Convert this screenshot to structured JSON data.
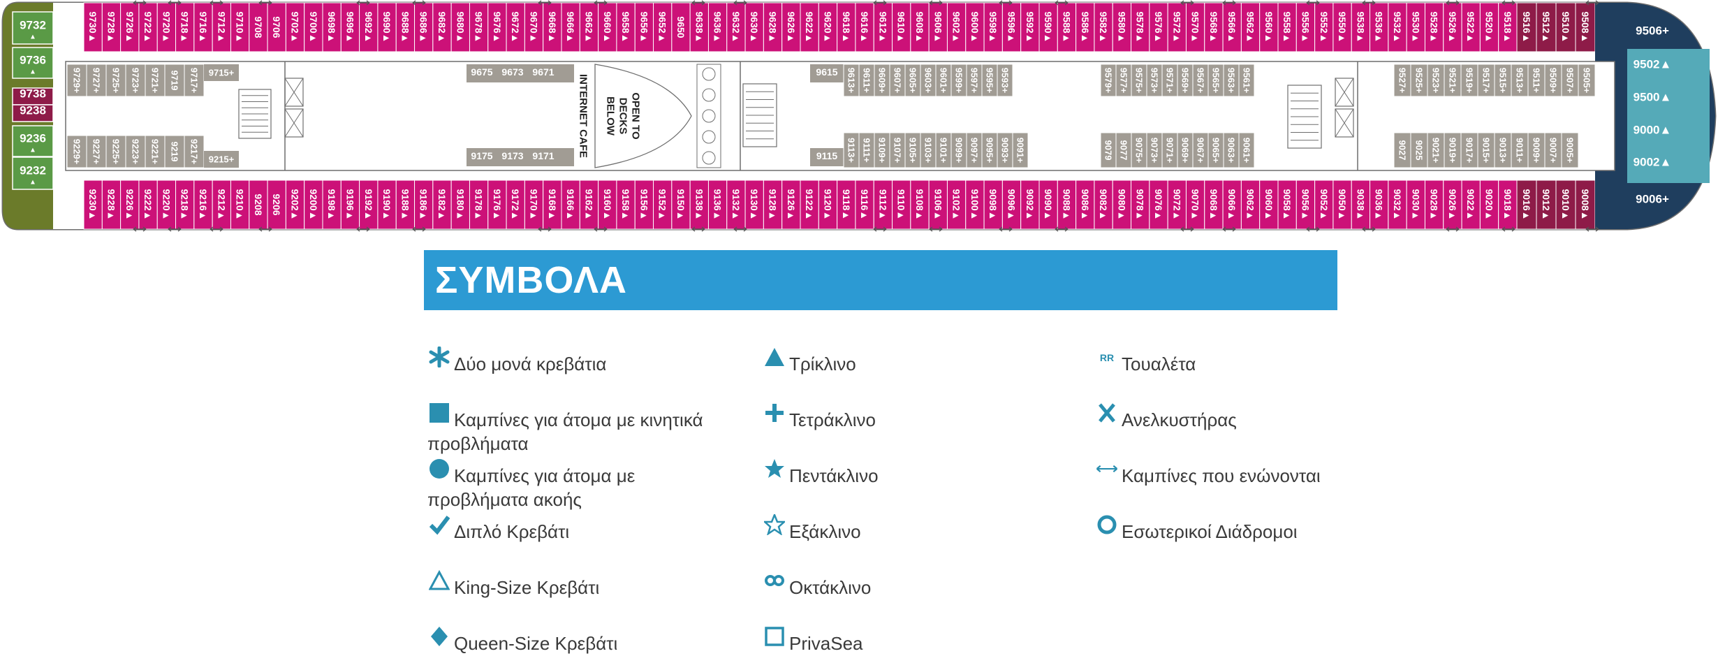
{
  "colors": {
    "cabin_inside": "#cc1178",
    "cabin_suite": "#8e1b48",
    "cabin_mini": "#5a9a46",
    "cabin_deck_green": "#6b7b2a",
    "cabin_public": "#a19c94",
    "bow_navy": "#1f3e5e",
    "bow_teal": "#55aab8",
    "legend_header": "#2c9ad3",
    "icon_color": "#2a8fb0",
    "outline": "#6d6d6d"
  },
  "deck": {
    "stern_cabins": [
      {
        "label": "9732",
        "color": "green"
      },
      {
        "label": "9736",
        "color": "green"
      },
      {
        "label": "9738",
        "color": "purple"
      },
      {
        "label": "9238",
        "color": "purple"
      },
      {
        "label": "9236",
        "color": "green"
      },
      {
        "label": "9232",
        "color": "green"
      }
    ],
    "top_row": [
      "9730▲",
      "9728▲",
      "9726▲",
      "9722▲",
      "9720▲",
      "9718▲",
      "9716▲",
      "9712▲",
      "9710▲",
      "9708",
      "9706",
      "9702▲",
      "9700▲",
      "9698▲",
      "9696▲",
      "9692▲",
      "9690▲",
      "9688▲",
      "9686▲",
      "9682▲",
      "9680▲",
      "9678▲",
      "9676▲",
      "9672▲",
      "9670▲",
      "9668▲",
      "9666▲",
      "9662▲",
      "9660▲",
      "9658▲",
      "9656▲",
      "9652▲",
      "9650",
      "9638▲",
      "9636▲",
      "9632▲",
      "9630▲",
      "9628▲",
      "9626▲",
      "9622▲",
      "9620▲",
      "9618▲",
      "9616▲",
      "9612▲",
      "9610▲",
      "9608▲",
      "9606▲",
      "9602▲",
      "9600▲",
      "9598▲",
      "9596▲",
      "9592▲",
      "9590▲",
      "9588▲",
      "9586▲",
      "9582▲",
      "9580▲",
      "9578▲",
      "9576▲",
      "9572▲",
      "9570▲",
      "9568▲",
      "9566▲",
      "9562▲",
      "9560▲",
      "9558▲",
      "9556▲",
      "9552▲",
      "9550▲",
      "9538▲",
      "9536▲",
      "9532▲",
      "9530▲",
      "9528▲",
      "9526▲",
      "9522▲",
      "9520▲",
      "9518▲"
    ],
    "top_suites": [
      "9516▲",
      "9512▲",
      "9510▲",
      "9508▲"
    ],
    "bottom_row": [
      "9230▲",
      "9228▲",
      "9226▲",
      "9222▲",
      "9220▲",
      "9218▲",
      "9216▲",
      "9212▲",
      "9210▲",
      "9208",
      "9206",
      "9202▲",
      "9200▲",
      "9198▲",
      "9196▲",
      "9192▲",
      "9190▲",
      "9188▲",
      "9186▲",
      "9182▲",
      "9180▲",
      "9178▲",
      "9176▲",
      "9172▲",
      "9170▲",
      "9168▲",
      "9166▲",
      "9162▲",
      "9160▲",
      "9158▲",
      "9156▲",
      "9152▲",
      "9150▲",
      "9138▲",
      "9136▲",
      "9132▲",
      "9130▲",
      "9128▲",
      "9126▲",
      "9122▲",
      "9120▲",
      "9118▲",
      "9116▲",
      "9112▲",
      "9110▲",
      "9108▲",
      "9106▲",
      "9102▲",
      "9100▲",
      "9098▲",
      "9096▲",
      "9092▲",
      "9090▲",
      "9088▲",
      "9086▲",
      "9082▲",
      "9080▲",
      "9078▲",
      "9076▲",
      "9072▲",
      "9070▲",
      "9068▲",
      "9066▲",
      "9062▲",
      "9060▲",
      "9058▲",
      "9056▲",
      "9052▲",
      "9050▲",
      "9038▲",
      "9036▲",
      "9032▲",
      "9030▲",
      "9028▲",
      "9026▲",
      "9022▲",
      "9020▲",
      "9018▲"
    ],
    "bottom_suites": [
      "9016▲",
      "9012▲",
      "9010▲",
      "9008▲"
    ],
    "bow_cabins": [
      "9506+",
      "9502▲",
      "9500▲",
      "9000▲",
      "9002▲",
      "9006+"
    ],
    "inner_top_a": [
      "9729+",
      "9727+",
      "9725+",
      "9723+",
      "9721+",
      "9719",
      "9717+"
    ],
    "inner_top_a_wide": "9715+",
    "inner_bottom_a": [
      "9229+",
      "9227+",
      "9225+",
      "9223+",
      "9221+",
      "9219",
      "9217+"
    ],
    "inner_bottom_a_wide": "9215+",
    "inner_top_b": [
      "9675",
      "9673",
      "9671"
    ],
    "inner_bottom_b": [
      "9175",
      "9173",
      "9171"
    ],
    "inner_top_c_left": "9615",
    "inner_top_c": [
      "9613+",
      "9611+",
      "9609+",
      "9607+",
      "9605+",
      "9603+",
      "9601+",
      "9599+",
      "9597+",
      "9595+",
      "9593+"
    ],
    "inner_top_d": [
      "9579+",
      "9577+",
      "9575+",
      "9573+",
      "9571+",
      "9569+",
      "9567+",
      "9565+",
      "9563+",
      "9561+"
    ],
    "inner_bottom_c_left": "9115",
    "inner_bottom_c": [
      "9113+",
      "9111+",
      "9109+",
      "9107+",
      "9105+",
      "9103+",
      "9101+",
      "9099+",
      "9097+",
      "9095+",
      "9093+",
      "9091+"
    ],
    "inner_bottom_d": [
      "9079",
      "9077",
      "9075+",
      "9073+",
      "9071+",
      "9069+",
      "9067+",
      "9065+",
      "9063+",
      "9061+"
    ],
    "inner_top_e": [
      "9527+",
      "9525+",
      "9523+",
      "9521+",
      "9519+",
      "9517+",
      "9515+",
      "9513+",
      "9511+",
      "9509+",
      "9507+",
      "9505+"
    ],
    "inner_bottom_e": [
      "9027",
      "9025",
      "9021+",
      "9019+",
      "9017+",
      "9015+",
      "9013+",
      "9011+",
      "9009+",
      "9007+",
      "9005+"
    ],
    "internet_cafe": "INTERNET CAFE",
    "open_to_decks": [
      "OPEN TO",
      "DECKS",
      "BELOW"
    ]
  },
  "legend": {
    "title": "ΣΥΜΒΟΛΑ",
    "items": [
      {
        "icon": "twin-beds-icon",
        "label": "Δύο μονά κρεβάτια"
      },
      {
        "icon": "wheelchair-square-icon",
        "label": "Καμπίνες για άτομα με κινητικά προβλήματα"
      },
      {
        "icon": "hearing-circle-icon",
        "label": "Καμπίνες για άτομα με προβλήματα ακοής"
      },
      {
        "icon": "double-bed-check-icon",
        "label": "Διπλό Κρεβάτι"
      },
      {
        "icon": "king-triangle-icon",
        "label": "King-Size Κρεβάτι"
      },
      {
        "icon": "queen-diamond-icon",
        "label": "Queen-Size Κρεβάτι"
      },
      {
        "icon": "triple-triangle-icon",
        "label": "Τρίκλινο"
      },
      {
        "icon": "quad-plus-icon",
        "label": "Τετράκλινο"
      },
      {
        "icon": "five-star-icon",
        "label": "Πεντάκλινο"
      },
      {
        "icon": "six-star-outline-icon",
        "label": "Εξάκλινο"
      },
      {
        "icon": "eight-infinity-icon",
        "label": "Οκτάκλινο"
      },
      {
        "icon": "privasea-square-icon",
        "label": "PrivaSea"
      },
      {
        "icon": "toilet-rr-icon",
        "label": "Τουαλέτα"
      },
      {
        "icon": "elevator-x-icon",
        "label": "Ανελκυστήρας"
      },
      {
        "icon": "connecting-arrow-icon",
        "label": "Καμπίνες που ενώνονται"
      },
      {
        "icon": "inner-corridor-ring-icon",
        "label": "Εσωτερικοί Διάδρομοι"
      }
    ]
  }
}
